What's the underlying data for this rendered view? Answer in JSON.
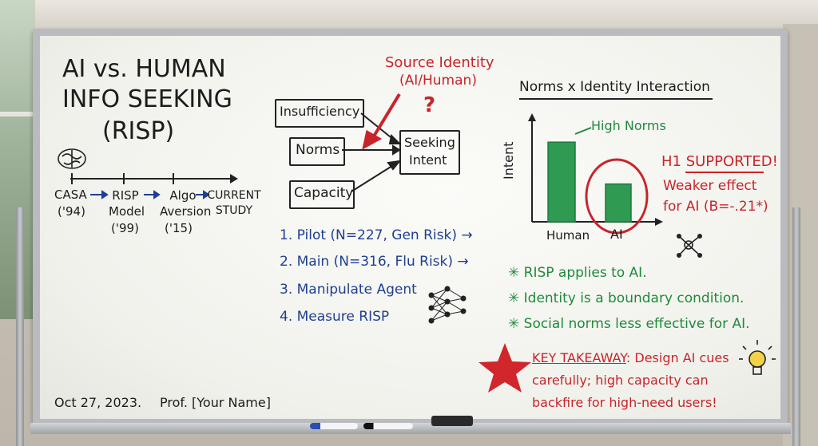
{
  "title": {
    "line1": "AI vs. HUMAN",
    "line2": "INFO SEEKING",
    "line3": "(RISP)"
  },
  "timeline": [
    {
      "label": "CASA",
      "year": "('94)"
    },
    {
      "label": "RISP Model",
      "year": "('99)"
    },
    {
      "label": "Algo Aversion",
      "year": "('15)"
    },
    {
      "label": "CURRENT STUDY",
      "year": ""
    }
  ],
  "model": {
    "source_identity": "Source Identity",
    "source_identity_sub": "(AI/Human)",
    "question_mark": "?",
    "inputs": [
      "Insufficiency",
      "Norms",
      "Capacity"
    ],
    "output_line1": "Seeking",
    "output_line2": "Intent"
  },
  "steps": [
    "1. Pilot (N=227, Gen Risk) →",
    "2. Main (N=316, Flu Risk) →",
    "3. Manipulate Agent",
    "4. Measure RISP"
  ],
  "interaction_chart": {
    "heading": "Norms x Identity Interaction",
    "ylabel": "Intent",
    "high_norms_label": "High Norms",
    "h1": "H1 SUPPORTED!",
    "effect_line1": "Weaker effect",
    "effect_line2": "for AI (B=-.21*)"
  },
  "chart_data": {
    "type": "bar",
    "categories": [
      "Human",
      "AI"
    ],
    "values": [
      0.78,
      0.37
    ],
    "ylabel": "Intent",
    "annotations": [
      "High Norms",
      "H1 SUPPORTED!",
      "Weaker effect for AI (B=-.21*)"
    ]
  },
  "findings": [
    "✳ RISP applies to AI.",
    "✳ Identity is a boundary condition.",
    "✳ Social norms less effective for AI."
  ],
  "takeaway": {
    "label": "KEY TAKEAWAY",
    "line1_rest": ": Design AI cues",
    "line2": "carefully; high capacity can",
    "line3": "backfire for high-need users!"
  },
  "footer": {
    "date": "Oct 27, 2023.",
    "prof": "Prof. [Your Name]"
  },
  "colors": {
    "red": "#c8242a",
    "green": "#1f8a3d",
    "blue": "#1f3f92",
    "black": "#1c1c1c"
  }
}
